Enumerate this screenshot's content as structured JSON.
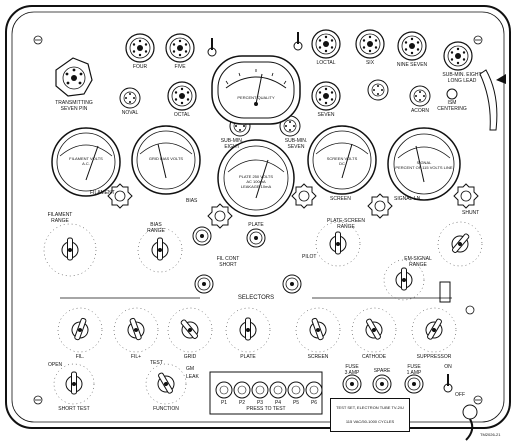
{
  "sockets": {
    "transmitting_seven_pin": "TRANSMITTING\nSEVEN PIN",
    "four": "FOUR",
    "five": "FIVE",
    "noval": "NOVAL",
    "octal": "OCTAL",
    "loctal": "LOCTAL",
    "six": "SIX",
    "nine_seven": "NINE SEVEN",
    "sub_min_eight": "SUB-MIN. EIGHT\nLONG LEAD",
    "ism_centering": "ISM\nCENTERING",
    "seven": "SEVEN",
    "acorn": "ACORN",
    "sub_min_eight_small": "SUB-MIN.\nEIGHT",
    "sub_min_seven": "SUB-MIN.\nSEVEN"
  },
  "meters": {
    "percent_quality": "PERCENT QUALITY",
    "filament_volts": "FILAMENT VOLTS\nA.C.",
    "grid_bias_volts": "GRID BIAS VOLTS",
    "plate_volts": "PLATE 250 VOLTS\nAC 100mA\nLEAKAGE 10mA",
    "screen_volts": "SCREEN VOLTS\nDC",
    "signal": "SIGNAL\nPERCENT OF 115 VOLTS LINE"
  },
  "section_labels": {
    "filament": "FILAMENT",
    "bias": "BIAS",
    "plate": "PLATE",
    "screen": "SCREEN",
    "signal_ln": "SIGNAL-LN",
    "shunt": "SHUNT",
    "pilot": "PILOT",
    "fil_cont_short": "FIL CONT\nSHORT",
    "selectors": "SELECTORS"
  },
  "ranges": {
    "filament_range": "FILAMENT\nRANGE",
    "bias_range": "BIAS\nRANGE",
    "plate_screen_range": "PLATE-SCREEN\nRANGE",
    "em_signal_range": "EM-SIGNAL\nRANGE"
  },
  "selectors": [
    "FIL.",
    "FIL+",
    "GRID",
    "PLATE",
    "SCREEN",
    "CATHODE",
    "SUPPRESSOR"
  ],
  "bottom": {
    "open": "OPEN",
    "short_test": "SHORT TEST",
    "test": "TEST",
    "gm": "GM",
    "leak": "LEAK",
    "function": "FUNCTION",
    "press_to_test": "PRESS TO TEST",
    "fuse_3amp": "FUSE\n3 AMP",
    "spare": "SPARE",
    "fuse_1amp": "FUSE\n1 AMP",
    "on": "ON",
    "off": "OFF",
    "buttons": [
      "P1",
      "P2",
      "P3",
      "P4",
      "P5",
      "P6"
    ]
  },
  "nameplate": {
    "line1": "TEST SET, ELECTRON TUBE TV-2/U",
    "line2": "115 VAC/50-1000 CYCLES"
  },
  "figure_id": "TM2026-21"
}
